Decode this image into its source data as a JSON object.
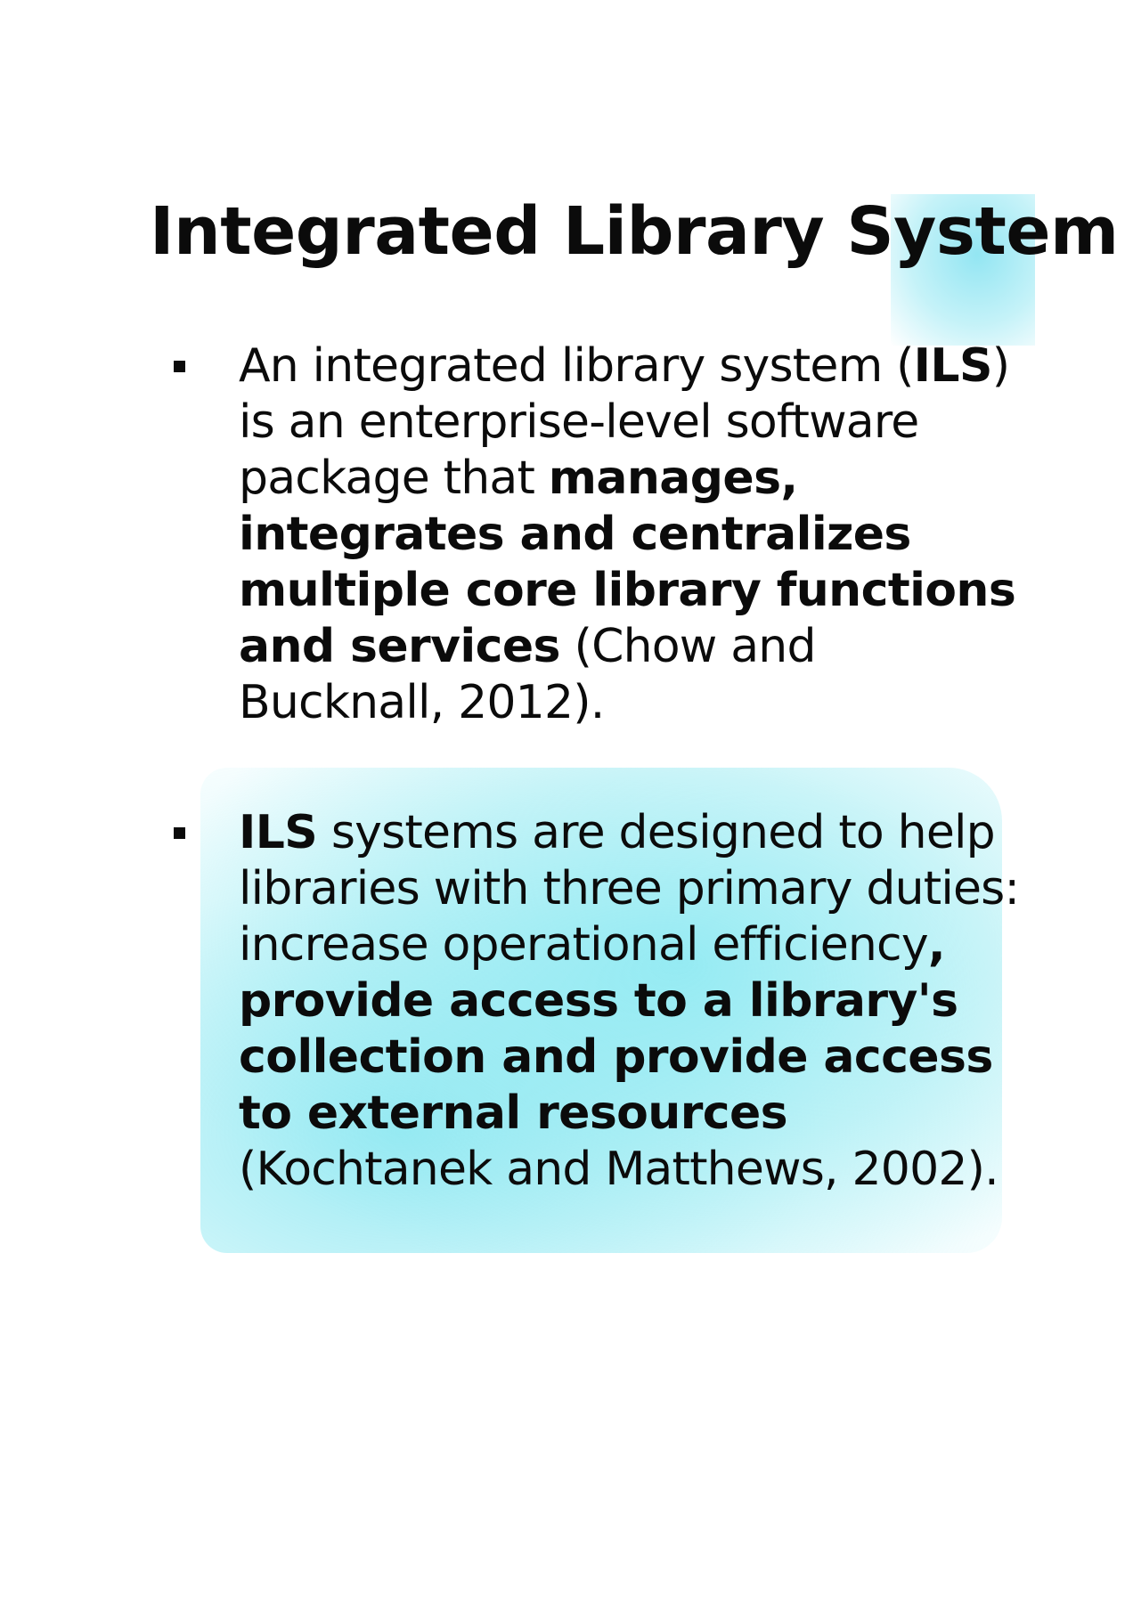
{
  "slide": {
    "title": "Integrated Library System",
    "bullets": [
      {
        "segments": [
          {
            "text": "An integrated library system (",
            "bold": false
          },
          {
            "text": "ILS",
            "bold": true
          },
          {
            "text": ") is an enterprise-level software package that ",
            "bold": false
          },
          {
            "text": "manages, integrates and centralizes multiple core library functions and services",
            "bold": true
          },
          {
            "text": " (Chow and Bucknall, 2012).",
            "bold": false
          }
        ]
      },
      {
        "segments": [
          {
            "text": "ILS",
            "bold": true
          },
          {
            "text": " systems are designed to help libraries with three primary duties: increase operational efficiency",
            "bold": false
          },
          {
            "text": ", provide access to a library's collection and provide access to external resources",
            "bold": true
          },
          {
            "text": " (Kochtanek and Matthews, 2002).",
            "bold": false
          }
        ]
      }
    ]
  },
  "colors": {
    "background": "#ffffff",
    "text": "#0b0b0b",
    "watercolor_accent": "#80e1f0"
  },
  "icons": {
    "bullet": "square-bullet-icon"
  }
}
